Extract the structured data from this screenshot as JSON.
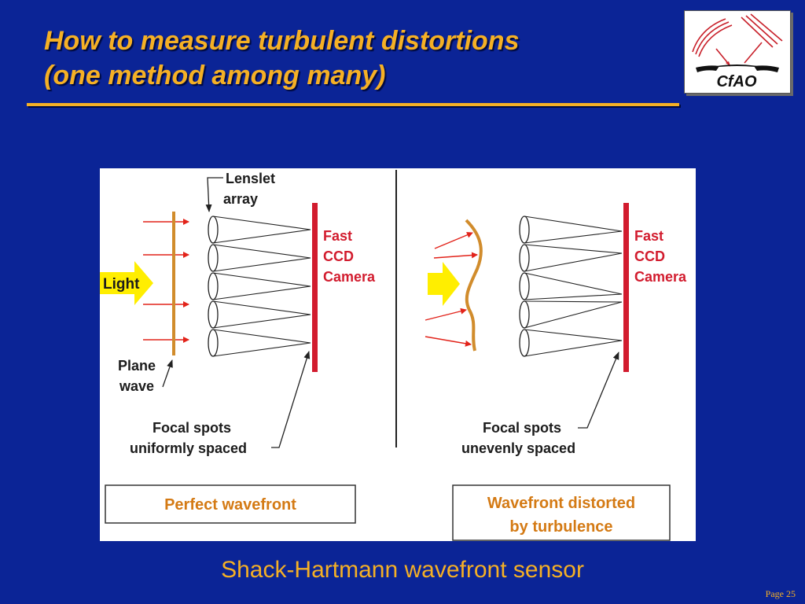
{
  "slide": {
    "title_line1": "How to measure turbulent distortions",
    "title_line2": "(one method among many)",
    "caption": "Shack-Hartmann wavefront sensor",
    "page_number": "Page 25"
  },
  "logo": {
    "text": "CfAO"
  },
  "diagram": {
    "light_label": "Light",
    "lenslet_label_1": "Lenslet",
    "lenslet_label_2": "array",
    "plane_wave_label_1": "Plane",
    "plane_wave_label_2": "wave",
    "camera_left": [
      "Fast",
      "CCD",
      "Camera"
    ],
    "camera_right": [
      "Fast",
      "CCD",
      "Camera"
    ],
    "focal_left_1": "Focal spots",
    "focal_left_2": "uniformly spaced",
    "focal_right_1": "Focal spots",
    "focal_right_2": "unevenly spaced",
    "box_left": "Perfect wavefront",
    "box_right_1": "Wavefront distorted",
    "box_right_2": "by turbulence"
  },
  "colors": {
    "background": "#0b2496",
    "accent": "#f5b025",
    "detector": "#d21c2e",
    "wavefront": "#d18c2c",
    "arrow": "#e2231a",
    "light_arrow": "#ffee00",
    "label_text": "#1c1c1c",
    "box_text": "#d47a14"
  }
}
